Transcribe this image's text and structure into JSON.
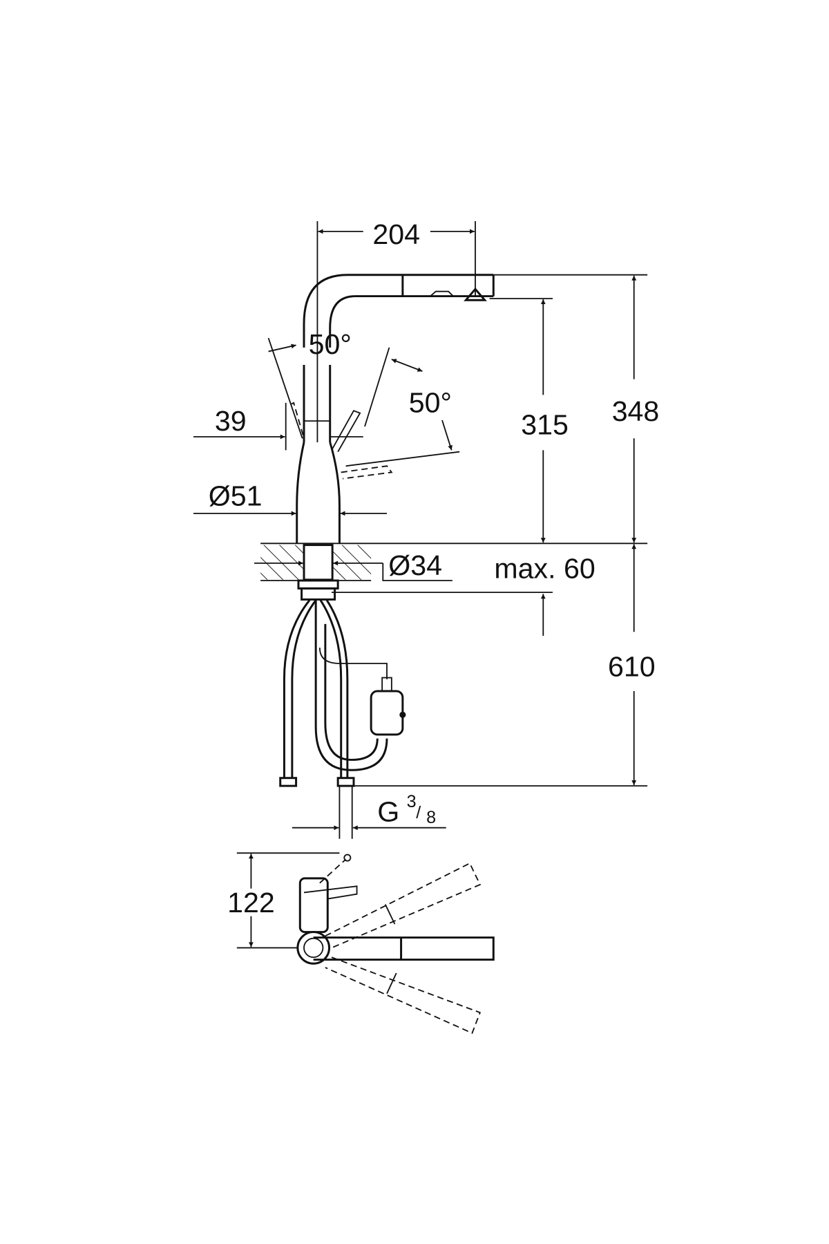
{
  "dimensions": {
    "spout_reach": "204",
    "lever_angle_left": "50°",
    "lever_angle_right": "50°",
    "lever_offset": "39",
    "body_diameter": "Ø51",
    "spout_height": "315",
    "total_height": "348",
    "hole_diameter": "Ø34",
    "max_counter_thickness": "max. 60",
    "hose_length": "610",
    "connection": "G",
    "connection_num": "3",
    "connection_den": "8",
    "top_view_depth": "122"
  }
}
